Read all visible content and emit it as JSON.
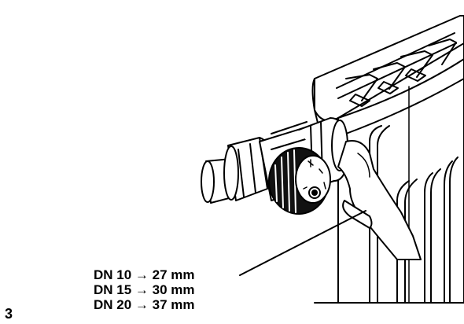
{
  "figure": {
    "step_number": "3",
    "wrench_sizes": [
      "DN 10 → 27 mm",
      "DN 15 → 30 mm",
      "DN 20 → 37 mm"
    ]
  },
  "colors": {
    "line": "#000000",
    "background": "#ffffff",
    "knob": "#111111"
  }
}
